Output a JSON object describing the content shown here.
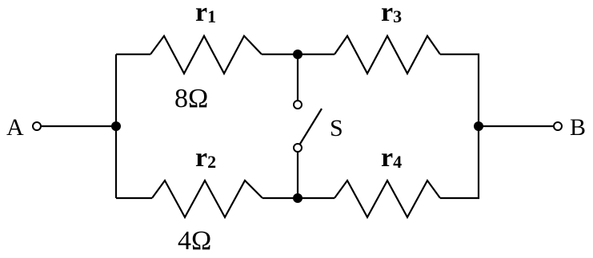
{
  "resistors": [
    {
      "name": "r",
      "sub": "1",
      "value": "8Ω"
    },
    {
      "name": "r",
      "sub": "2",
      "value": "4Ω"
    },
    {
      "name": "r",
      "sub": "3",
      "value": ""
    },
    {
      "name": "r",
      "sub": "4",
      "value": ""
    }
  ],
  "terminals": {
    "a": "A",
    "b": "B"
  },
  "switch": {
    "label": "S"
  },
  "colors": {
    "line": "#000000",
    "background": "#ffffff"
  }
}
